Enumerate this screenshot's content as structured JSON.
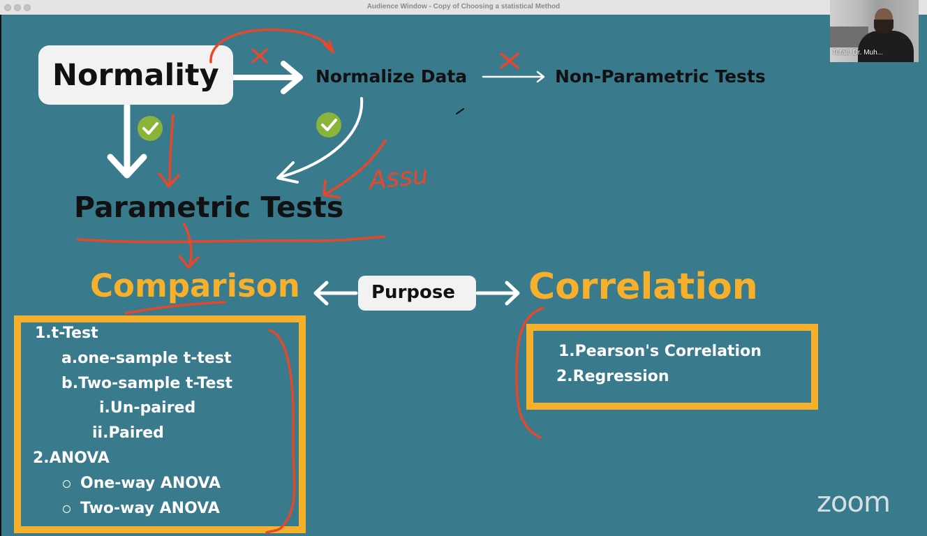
{
  "window": {
    "title": "Audience Window - Copy of Choosing a statistical Method"
  },
  "participant": {
    "name": "Tufail, Dr. Muh..."
  },
  "slide": {
    "normality": "Normality",
    "normalize_data": "Normalize Data",
    "non_parametric": "Non-Parametric Tests",
    "parametric": "Parametric Tests",
    "comparison": "Comparison",
    "purpose": "Purpose",
    "correlation": "Correlation",
    "comparison_list": {
      "item1_num": "1.",
      "item1": "t-Test",
      "item1a_num": "a.",
      "item1a": "one-sample t-test",
      "item1b_num": "b.",
      "item1b": "Two-sample t-Test",
      "item1bi_num": "i.",
      "item1bi": "Un-paired",
      "item1bii_num": "ii.",
      "item1bii": "Paired",
      "item2_num": "2.",
      "item2": "ANOVA",
      "item2a": "One-way ANOVA",
      "item2b": "Two-way ANOVA"
    },
    "correlation_list": {
      "item1_num": "1.",
      "item1": "Pearson's Correlation",
      "item2_num": "2.",
      "item2": "Regression"
    },
    "annotation": "Assu"
  },
  "branding": {
    "zoom": "zoom"
  },
  "colors": {
    "slide_bg": "#3a7a8d",
    "accent_orange": "#f6b02c",
    "annotation_red": "#e8482a",
    "check_green": "#8ab33a"
  }
}
